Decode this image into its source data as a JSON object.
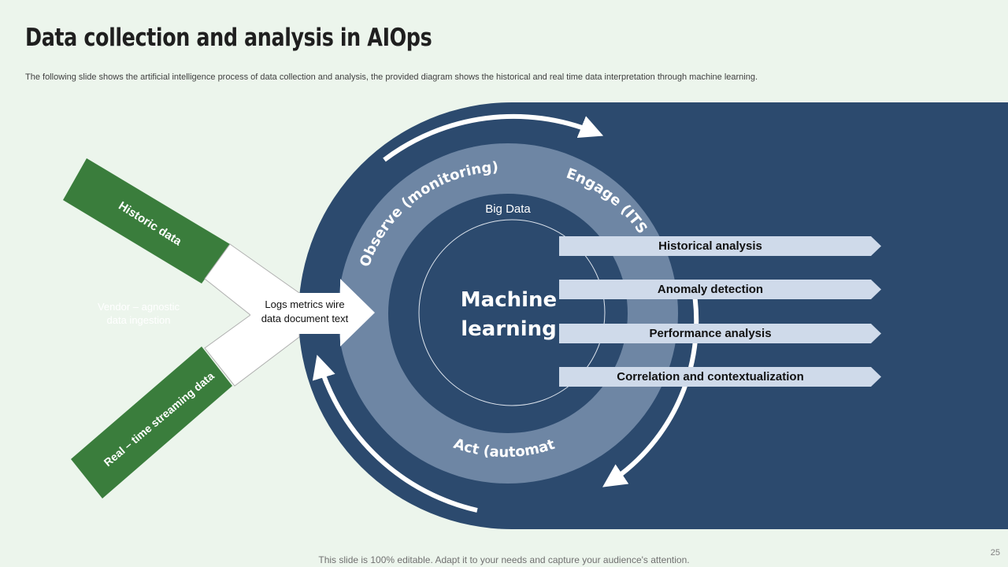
{
  "title": "Data collection and analysis in AIOps",
  "subtitle": "The following slide shows the artificial intelligence process of data collection and analysis, the provided diagram shows the historical and real time data interpretation through machine learning.",
  "inputs": {
    "historic": "Historic data",
    "realtime": "Real – time streaming data",
    "vendor_line1": "Vendor – agnostic",
    "vendor_line2": "data ingestion",
    "logs_line1": "Logs metrics wire",
    "logs_line2": "data document text"
  },
  "cycle": {
    "observe": "Observe (monitoring)",
    "engage": "Engage (ITSM)",
    "act": "Act (automation)",
    "big_data": "Big Data",
    "center_line1": "Machine",
    "center_line2": "learning"
  },
  "outputs": [
    "Historical analysis",
    "Anomaly detection",
    "Performance analysis",
    "Correlation and contextualization"
  ],
  "footer": "This slide is 100% editable. Adapt it to your needs and capture your audience's attention.",
  "page_number": "25",
  "colors": {
    "background": "#ecf5ec",
    "navy": "#2c4a6e",
    "ring": "#6e86a4",
    "green": "#3a7d3c",
    "banner": "#cfdaea"
  }
}
